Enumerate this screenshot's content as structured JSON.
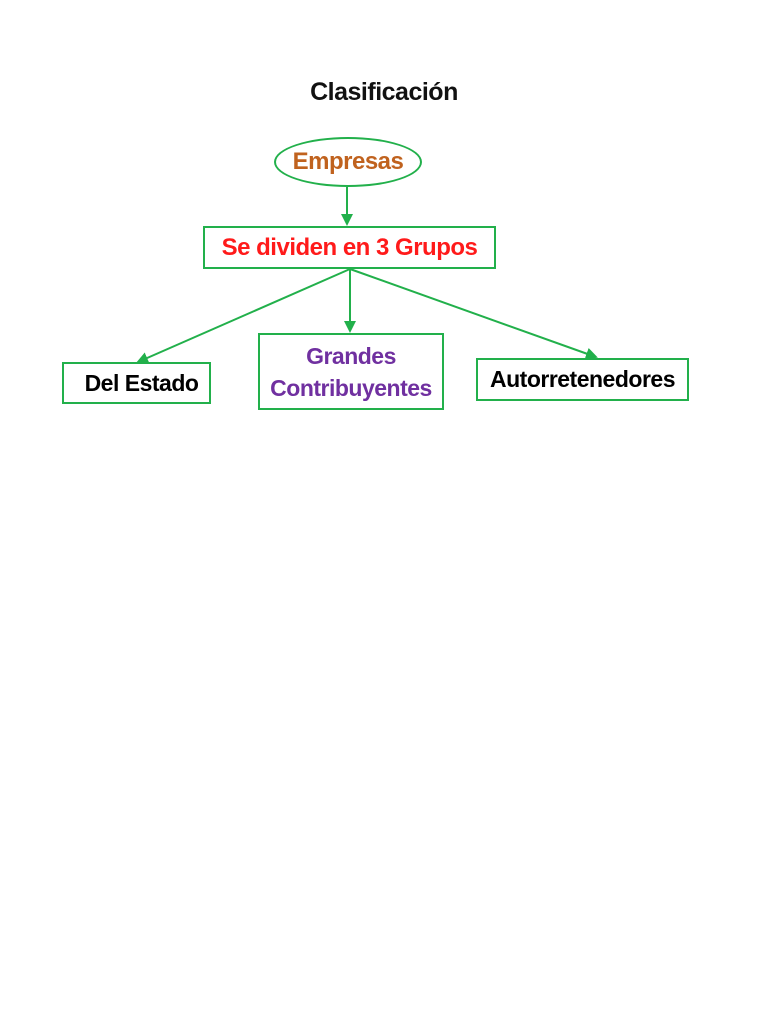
{
  "title": "Clasificación",
  "colors": {
    "border": "#22b04b",
    "root_text": "#c0621e",
    "mid_text": "#ff1a1a",
    "center_text": "#7030a0",
    "leaf_text": "#000000"
  },
  "nodes": {
    "root": "Empresas",
    "mid": "Se dividen en 3 Grupos",
    "left": "Del Estado",
    "center_line1": "Grandes",
    "center_line2": "Contribuyentes",
    "right": "Autorretenedores"
  },
  "edges": [
    {
      "from": "Empresas",
      "to": "Se dividen en 3 Grupos"
    },
    {
      "from": "Se dividen en 3 Grupos",
      "to": "Del Estado"
    },
    {
      "from": "Se dividen en 3 Grupos",
      "to": "Grandes Contribuyentes"
    },
    {
      "from": "Se dividen en 3 Grupos",
      "to": "Autorretenedores"
    }
  ]
}
